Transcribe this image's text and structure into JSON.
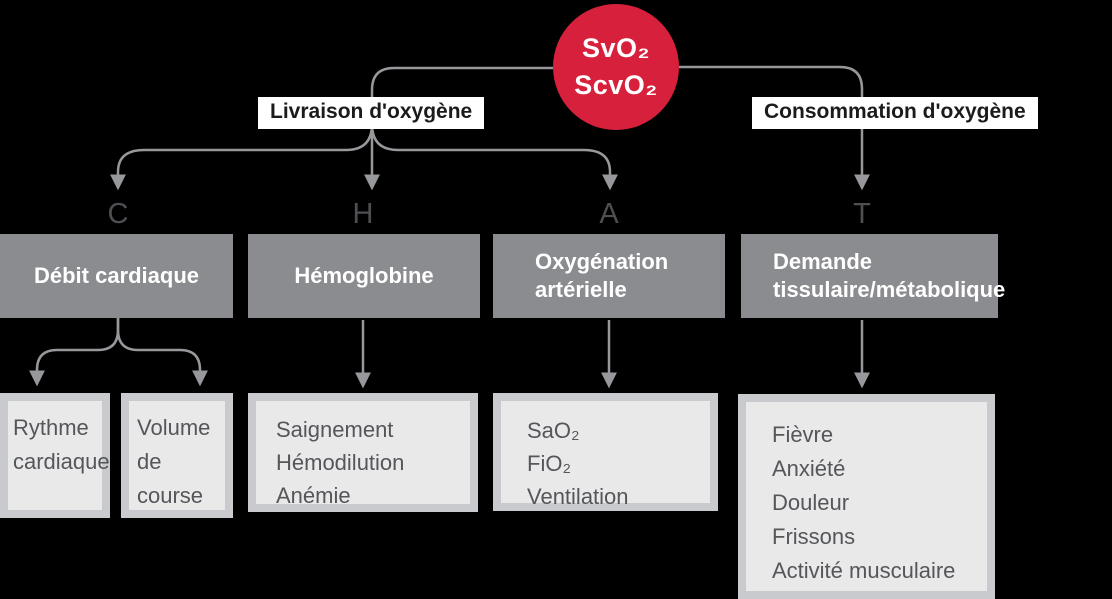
{
  "diagram": {
    "root": {
      "line1": "SvO₂",
      "line2": "ScvO₂"
    },
    "branches": {
      "left_label": "Livraison d'oxygène",
      "right_label": "Consommation d'oxygène"
    },
    "columns": [
      {
        "letter": "C",
        "header": "Débit cardiaque",
        "items": [
          "Rythme cardiaque",
          "Volume de course"
        ]
      },
      {
        "letter": "H",
        "header": "Hémoglobine",
        "items": [
          "Saignement",
          "Hémodilution",
          "Anémie"
        ]
      },
      {
        "letter": "A",
        "header": "Oxygénation artérielle",
        "items": [
          "SaO₂",
          "FiO₂",
          "Ventilation"
        ]
      },
      {
        "letter": "T",
        "header": "Demande tissulaire/métabolique",
        "items": [
          "Fièvre",
          "Anxiété",
          "Douleur",
          "Frissons",
          "Activité musculaire"
        ]
      }
    ],
    "colors": {
      "accent_red": "#d6203c",
      "header_gray": "#8b8c90",
      "panel_frame": "#c9cacd",
      "panel_fill": "#e9e9ea",
      "connector_gray": "#97989b",
      "text_dark": "#54565a",
      "background": "#000000",
      "label_bg": "#ffffff"
    }
  }
}
